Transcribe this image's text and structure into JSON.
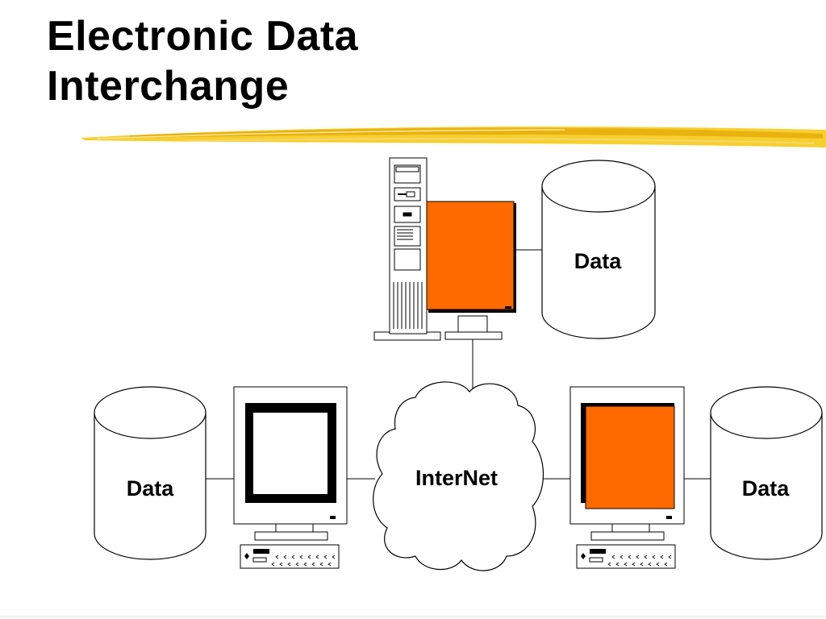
{
  "slide": {
    "title_line1": "Electronic Data",
    "title_line2": "Interchange"
  },
  "diagram": {
    "top_database_label": "Data",
    "left_database_label": "Data",
    "right_database_label": "Data",
    "network_label": "InterNet"
  },
  "colors": {
    "accent_orange": "#ff6a00",
    "underline_gold": "#f2c21c"
  }
}
